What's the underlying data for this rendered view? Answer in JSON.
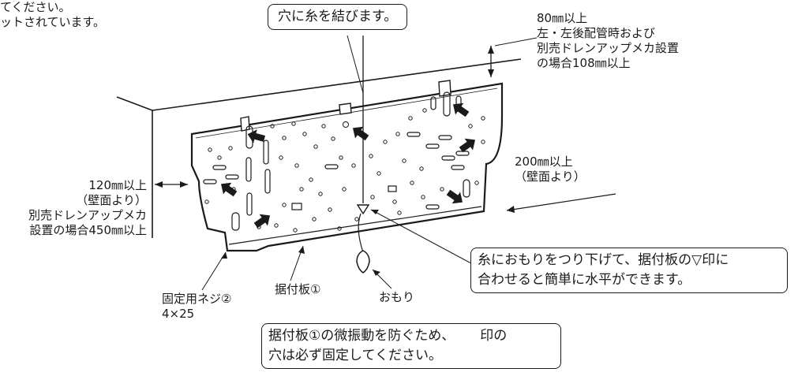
{
  "top_left": {
    "line1": "てください。",
    "line2": "ットされています。"
  },
  "callout_string": "穴に糸を結びます。",
  "dim_top": {
    "line1": "80㎜以上",
    "line2": "左・左後配管時および",
    "line3": "別売ドレンアップメカ設置",
    "line4": "の場合108㎜以上"
  },
  "dim_right": {
    "line1": "200㎜以上",
    "line2": "（壁面より）"
  },
  "dim_left": {
    "line1": "120㎜以上",
    "line2": "（壁面より）",
    "line3": "別売ドレンアップメカ",
    "line4": "設置の場合450㎜以上"
  },
  "label_screw": {
    "line1": "固定用ネジ②",
    "line2": "4×25"
  },
  "label_plate": "据付板①",
  "label_weight": "おもり",
  "callout_weight": {
    "line1": "糸におもりをつり下げて、据付板の▽印に",
    "line2": "合わせると簡単に水平ができます。"
  },
  "note_bottom": {
    "line1_a": "据付板①の微振動を防ぐため、",
    "line1_b": "印の",
    "line2": "穴は必ず固定してください。"
  },
  "icons": [
    "arrow-icon",
    "triangle-mark-icon"
  ]
}
